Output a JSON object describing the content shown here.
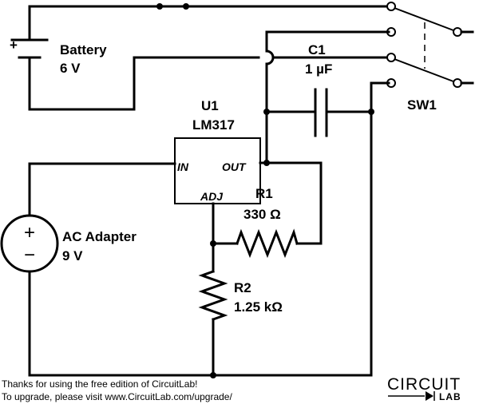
{
  "components": {
    "battery": {
      "name": "Battery",
      "value": "6 V",
      "plus": "+"
    },
    "capacitor": {
      "name": "C1",
      "value": "1 µF"
    },
    "switch": {
      "name": "SW1"
    },
    "regulator": {
      "name": "U1",
      "part": "LM317",
      "pin_in": "IN",
      "pin_out": "OUT",
      "pin_adj": "ADJ"
    },
    "r1": {
      "name": "R1",
      "value": "330 Ω"
    },
    "r2": {
      "name": "R2",
      "value": "1.25 kΩ"
    },
    "adapter": {
      "name": "AC Adapter",
      "value": "9 V",
      "plus": "+",
      "minus": "−"
    }
  },
  "footer": {
    "line1": "Thanks for using the free edition of CircuitLab!",
    "line2": "To upgrade, please visit www.CircuitLab.com/upgrade/"
  },
  "logo": {
    "top": "CIRCUIT",
    "bottom": "LAB"
  }
}
